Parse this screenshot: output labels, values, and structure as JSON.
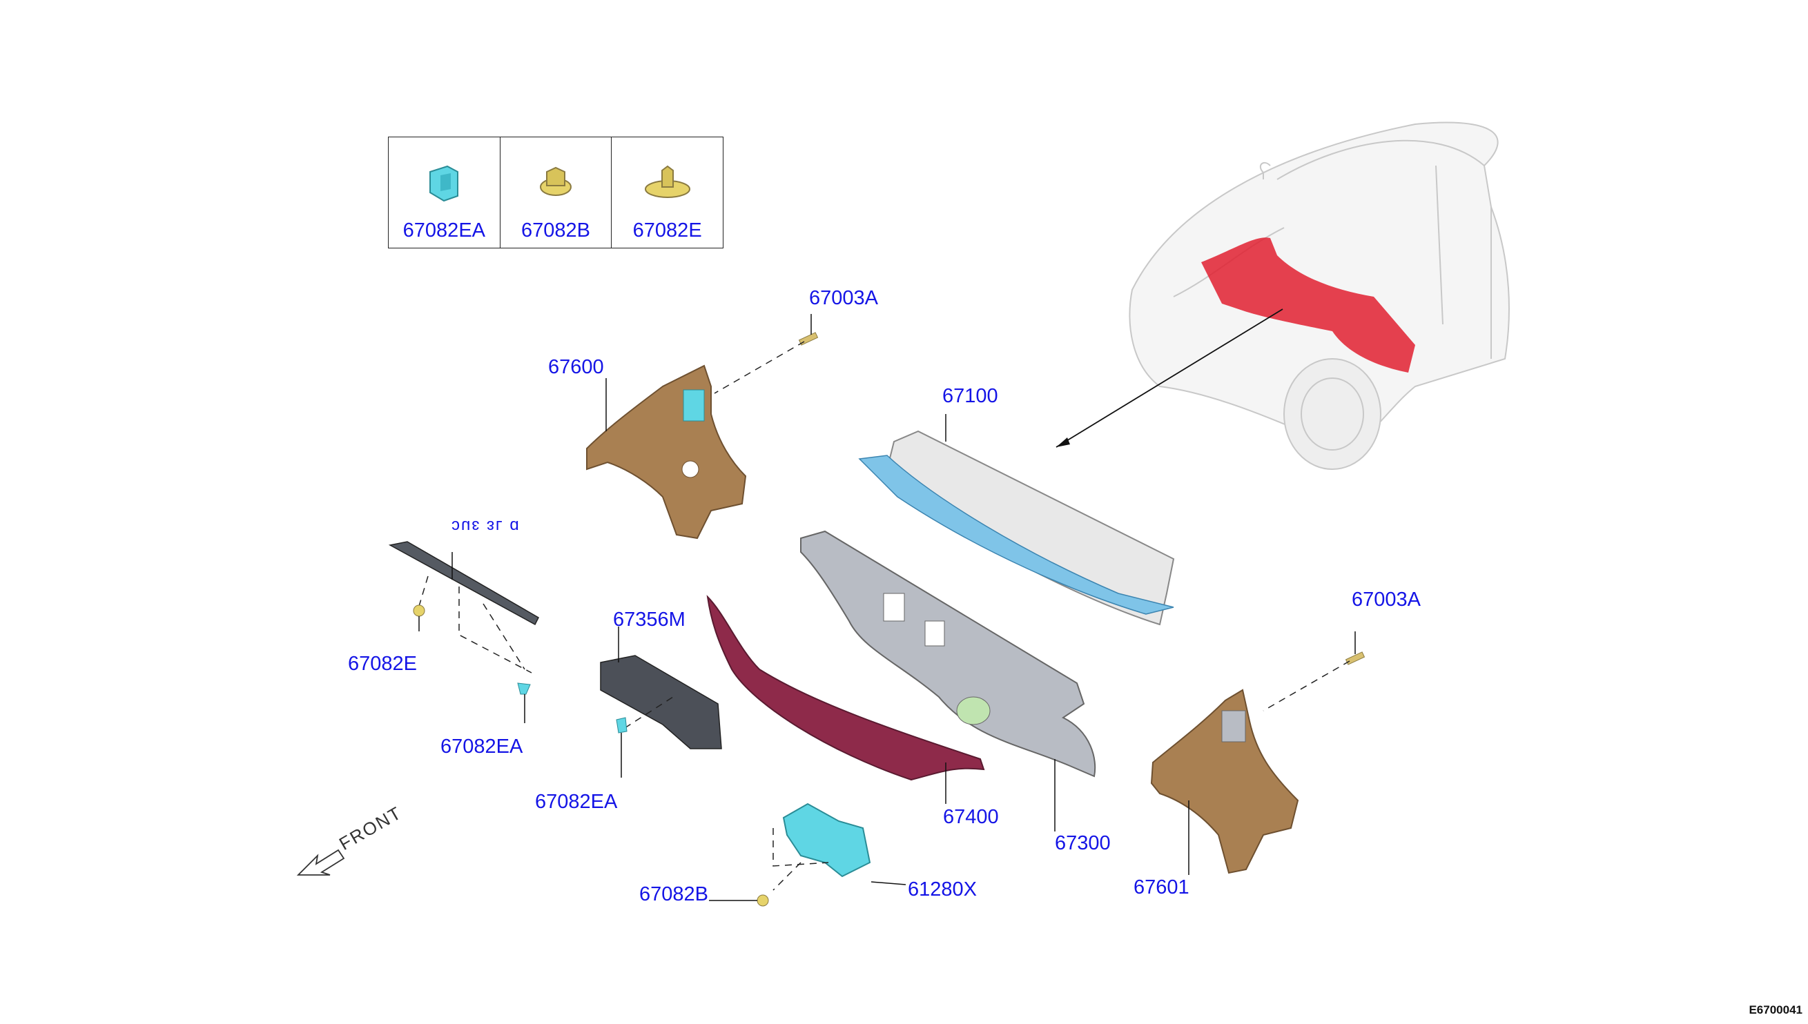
{
  "legend": [
    {
      "label": "67082EA",
      "icon": "clip-cyan-icon"
    },
    {
      "label": "67082B",
      "icon": "grommet-yellow-icon"
    },
    {
      "label": "67082E",
      "icon": "clip-yellow-icon"
    }
  ],
  "callouts": {
    "c67003A_top": "67003A",
    "c67600": "67600",
    "c67100": "67100",
    "c67082E": "67082E",
    "c67082EA_left": "67082EA",
    "c67356M": "67356M",
    "c67082EA_mid": "67082EA",
    "c67400": "67400",
    "c67300": "67300",
    "c67082B": "67082B",
    "c61280X": "61280X",
    "c67003A_right": "67003A",
    "c67601": "67601"
  },
  "flipped_label": "ɔuɛ ɜʟ ɑ",
  "front_label": "FRONT",
  "diagram_code": "E6700041",
  "colors": {
    "callout": "#1414e6",
    "cowl_top": "#e8e8e8",
    "cowl_dash": "#b8bcc4",
    "cowl_lower": "#8e2a4a",
    "hinge_pillar": "#a98052",
    "clip_cyan": "#5fd6e4",
    "clip_yellow": "#e6d36a",
    "highlight_red": "#e02030"
  }
}
